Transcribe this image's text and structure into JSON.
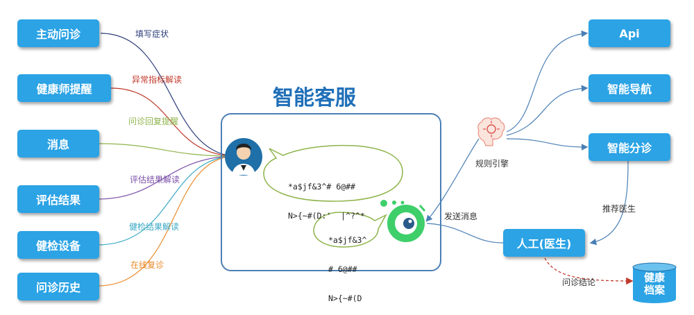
{
  "title": "智能客服",
  "left_boxes": [
    "主动问诊",
    "健康师提醒",
    "消息",
    "评估结果",
    "健检设备",
    "问诊历史"
  ],
  "left_labels": [
    {
      "text": "填写症状",
      "color": "#2d3f7a"
    },
    {
      "text": "异常指标解读",
      "color": "#c0392b"
    },
    {
      "text": "问诊回复提醒",
      "color": "#8db34a"
    },
    {
      "text": "评估结果解读",
      "color": "#7b4fa8"
    },
    {
      "text": "健检结果解读",
      "color": "#3aa9c4"
    },
    {
      "text": "在线复诊",
      "color": "#e88a2a"
    }
  ],
  "right_boxes": [
    "Api",
    "智能导航",
    "智能分诊"
  ],
  "rule_engine": "规则引擎",
  "recommend_doctor": "推荐医生",
  "human_box": "人工(医生)",
  "send_message": "发送消息",
  "diagnosis_conclusion": "问诊结论",
  "health_record": [
    "健康",
    "档案"
  ],
  "user_bubble_text": [
    "*a$jf&3^# 6@##",
    "N>{~#(D:'  |^?^*"
  ],
  "bot_bubble_text": [
    "*a$jf&3^",
    "# 6@##",
    "N>{~#(D"
  ],
  "colors": {
    "box": "#2ba3e5",
    "title": "#1f6fb8",
    "frame": "#4a7fb5",
    "bubble": "#8db34a",
    "bot": "#3ecf6a",
    "dashed": "#c0392b"
  }
}
